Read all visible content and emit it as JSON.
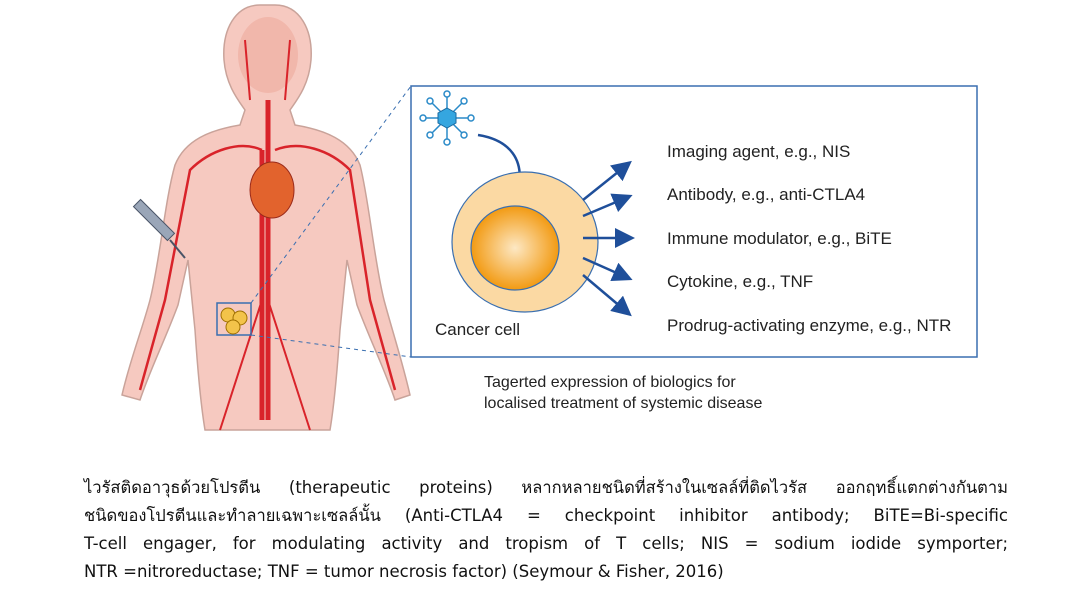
{
  "figure": {
    "cell_label": "Cancer cell",
    "products": [
      "Imaging agent, e.g., NIS",
      "Antibody, e.g., anti-CTLA4",
      "Immune modulator, e.g., BiTE",
      "Cytokine, e.g., TNF",
      "Prodrug-activating enzyme, e.g., NTR"
    ],
    "subtitle_line1": "Tagerted expression of biologics for",
    "subtitle_line2": "localised treatment of systemic disease",
    "colors": {
      "arrow": "#1f4f9a",
      "box": "#3a6fb0",
      "cell_outer": "#fbd9a3",
      "cell_inner": "#f3a21e",
      "vessel": "#d9232a",
      "body": "#f6c9c0"
    }
  },
  "caption": {
    "lines": [
      "ไวรัสติดอาวุธด้วยโปรตีน (therapeutic proteins) หลากหลายชนิดที่สร้างในเซลล์ที่ติดไวรัส ออกฤทธิ์แตกต่างกันตาม",
      "ชนิดของโปรตีนและทำลายเฉพาะเซลล์นั้น (Anti-CTLA4 = checkpoint inhibitor antibody; BiTE=Bi-specific",
      "T-cell engager, for modulating activity and tropism of T cells; NIS = sodium iodide symporter;",
      "NTR =nitroreductase; TNF = tumor necrosis factor) (Seymour & Fisher, 2016)"
    ]
  }
}
